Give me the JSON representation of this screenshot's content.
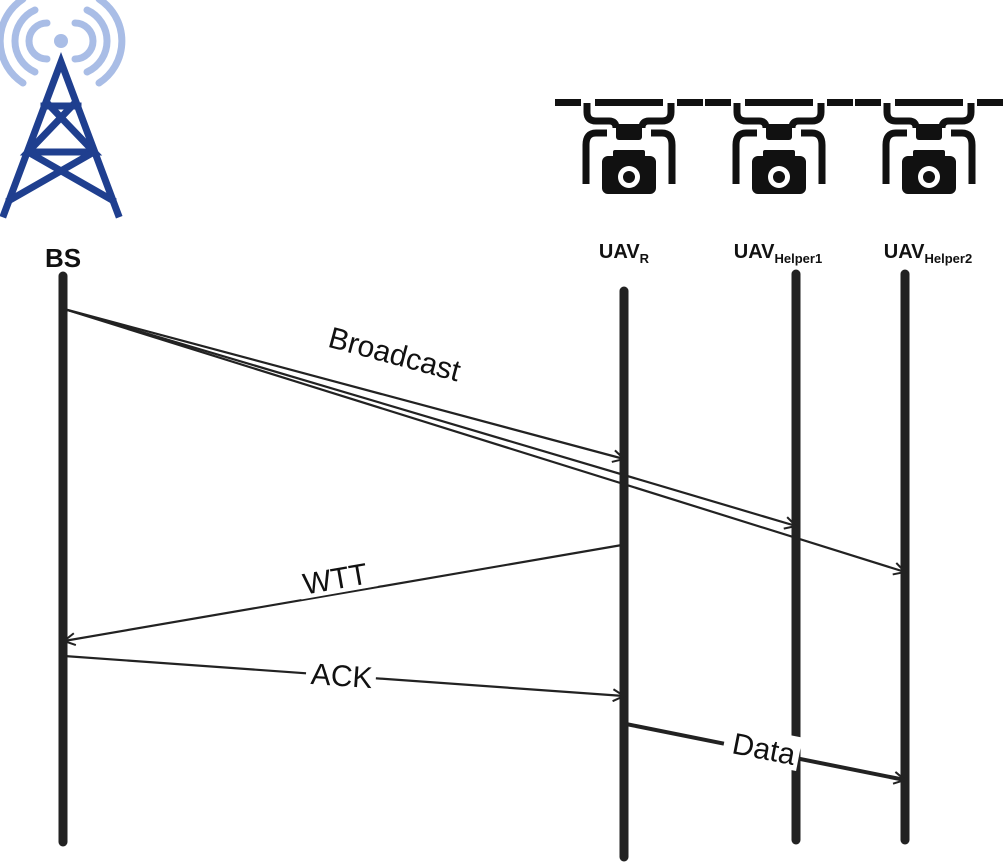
{
  "colors": {
    "tower_waves": "#a9bde6",
    "tower_body": "#1f3f8f",
    "line": "#222222",
    "drone": "#111111"
  },
  "actors": {
    "bs": {
      "name": "BS",
      "icon": "cell-tower-icon"
    },
    "uav_r": {
      "base": "UAV",
      "sub": "R",
      "icon": "drone-camera-icon"
    },
    "uav_h1": {
      "base": "UAV",
      "sub": "Helper1",
      "icon": "drone-camera-icon"
    },
    "uav_h2": {
      "base": "UAV",
      "sub": "Helper2",
      "icon": "drone-camera-icon"
    }
  },
  "messages": {
    "broadcast": {
      "label": "Broadcast",
      "from": "BS",
      "to": [
        "UAV_R",
        "UAV_Helper1",
        "UAV_Helper2"
      ]
    },
    "wtt": {
      "label": "WTT",
      "from": "UAV_R",
      "to": [
        "BS"
      ]
    },
    "ack": {
      "label": "ACK",
      "from": "BS",
      "to": [
        "UAV_R"
      ]
    },
    "data": {
      "label": "Data",
      "from": "UAV_R",
      "to": [
        "UAV_Helper2"
      ]
    }
  }
}
